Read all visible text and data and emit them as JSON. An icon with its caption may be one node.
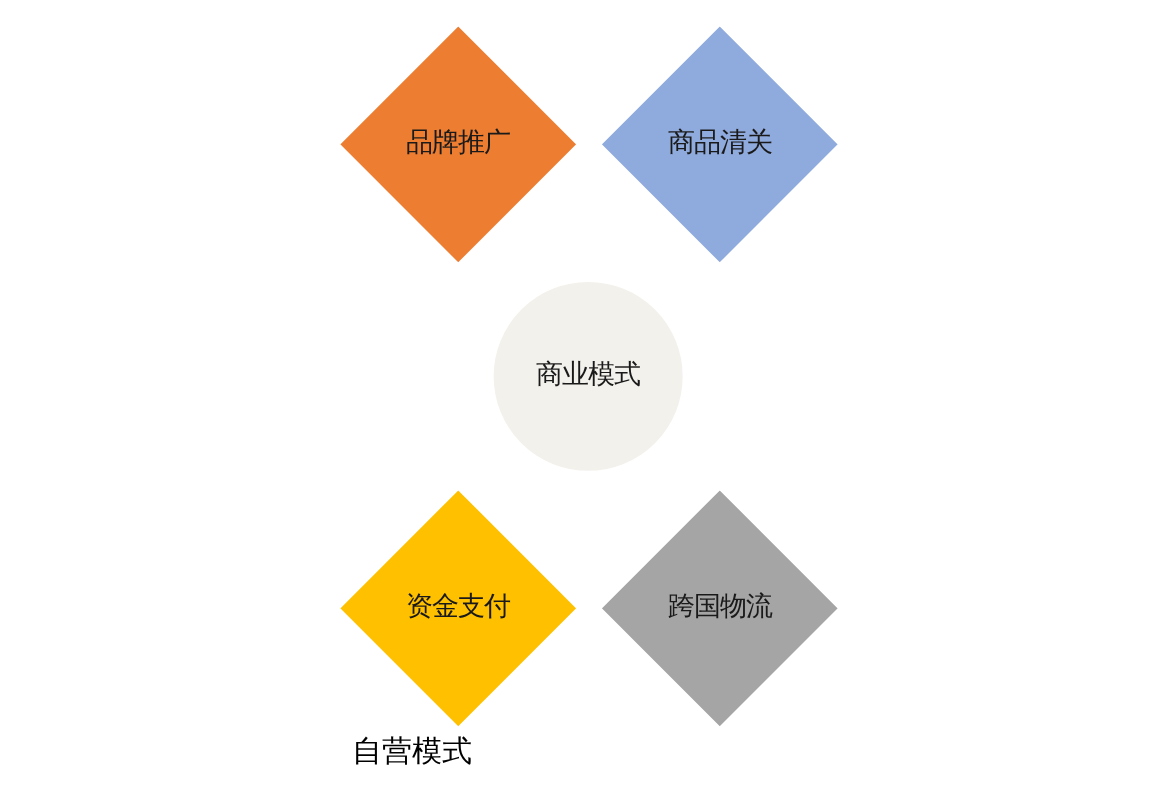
{
  "diagram": {
    "caption": "自营模式",
    "nodes": [
      {
        "text": [
          "品牌推广"
        ]
      },
      {
        "text": [
          "商品清关"
        ]
      },
      {
        "text": [
          "商业模式"
        ]
      },
      {
        "text": [
          "资金支付"
        ]
      },
      {
        "text": [
          "跨国物流"
        ]
      }
    ]
  }
}
